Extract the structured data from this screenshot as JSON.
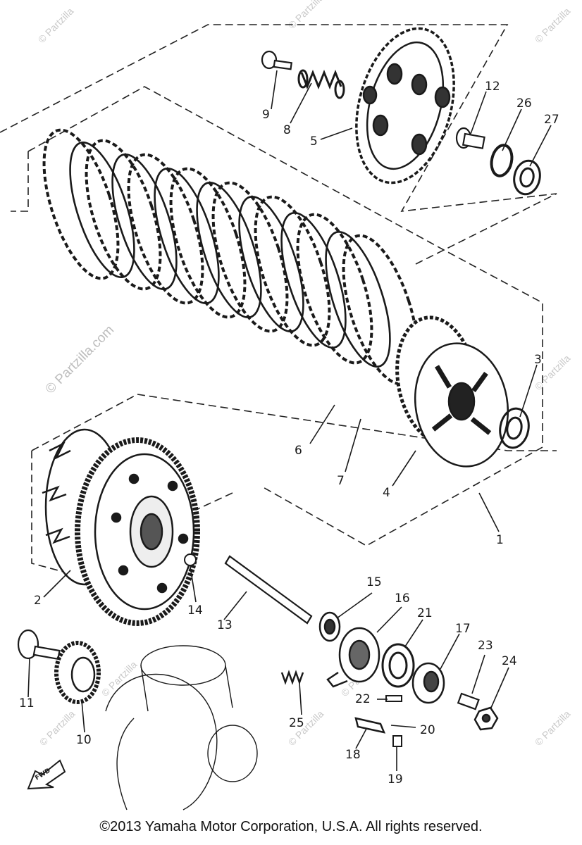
{
  "watermark": {
    "small": "© Partzilla",
    "large": "© Partzilla.com"
  },
  "arrow_label": "FWD",
  "callouts": {
    "c1": "1",
    "c2": "2",
    "c3": "3",
    "c4": "4",
    "c5": "5",
    "c6": "6",
    "c7": "7",
    "c8": "8",
    "c9": "9",
    "c10": "10",
    "c11": "11",
    "c12": "12",
    "c13": "13",
    "c14": "14",
    "c15": "15",
    "c16": "16",
    "c17": "17",
    "c18": "18",
    "c19": "19",
    "c20": "20",
    "c21": "21",
    "c22": "22",
    "c23": "23",
    "c24": "24",
    "c25": "25",
    "c26": "26",
    "c27": "27"
  },
  "copyright": "©2013  Yamaha Motor Corporation, U.S.A. All rights reserved."
}
